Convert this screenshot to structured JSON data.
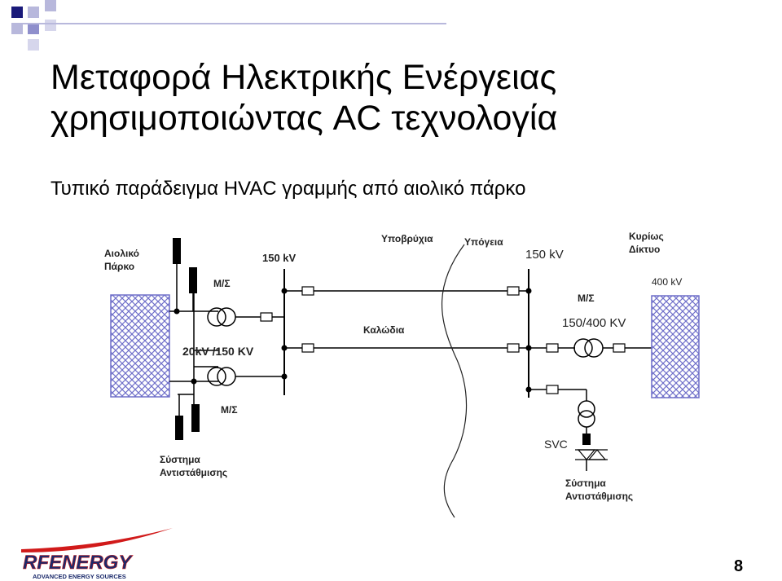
{
  "slide": {
    "title_line1": "Μεταφορά Ηλεκτρικής Ενέργειας",
    "title_line2": "χρησιμοποιώντας AC τεχνολογία",
    "subtitle": "Τυπικό παράδειγμα HVAC γραμμής από αιολικό πάρκο",
    "page_number": "8"
  },
  "diagram": {
    "wind_park_line1": "Αιολικό",
    "wind_park_line2": "Πάρκο",
    "bus_150_left": "150 kV",
    "bus_150_right": "150 kV",
    "submarine": "Υποβρύχια",
    "underground": "Υπόγεια",
    "grid_line1": "Κυρίως",
    "grid_line2": "Δίκτυο",
    "grid_voltage": "400 kV",
    "ms_top": "Μ/Σ",
    "ms_bottom": "Μ/Σ",
    "ms_right": "Μ/Σ",
    "ratio_left": "20kV /150 KV",
    "ratio_right": "150/400 KV",
    "cables": "Καλώδια",
    "svc": "SVC",
    "comp_left_line1": "Σύστημα",
    "comp_left_line2": "Αντιστάθμισης",
    "comp_right_line1": "Σύστημα",
    "comp_right_line2": "Αντιστάθμισης"
  },
  "logo": {
    "brand": "RFENERGY",
    "tagline": "ADVANCED ENERGY SOURCES"
  },
  "colors": {
    "corner_dark": "#1a1a7a",
    "corner_mid": "#6b6bb8",
    "corner_light": "#b8b8dc",
    "hatch": "#6f6fc9",
    "logo_red": "#d11a1a",
    "logo_navy": "#1b2a6b"
  }
}
